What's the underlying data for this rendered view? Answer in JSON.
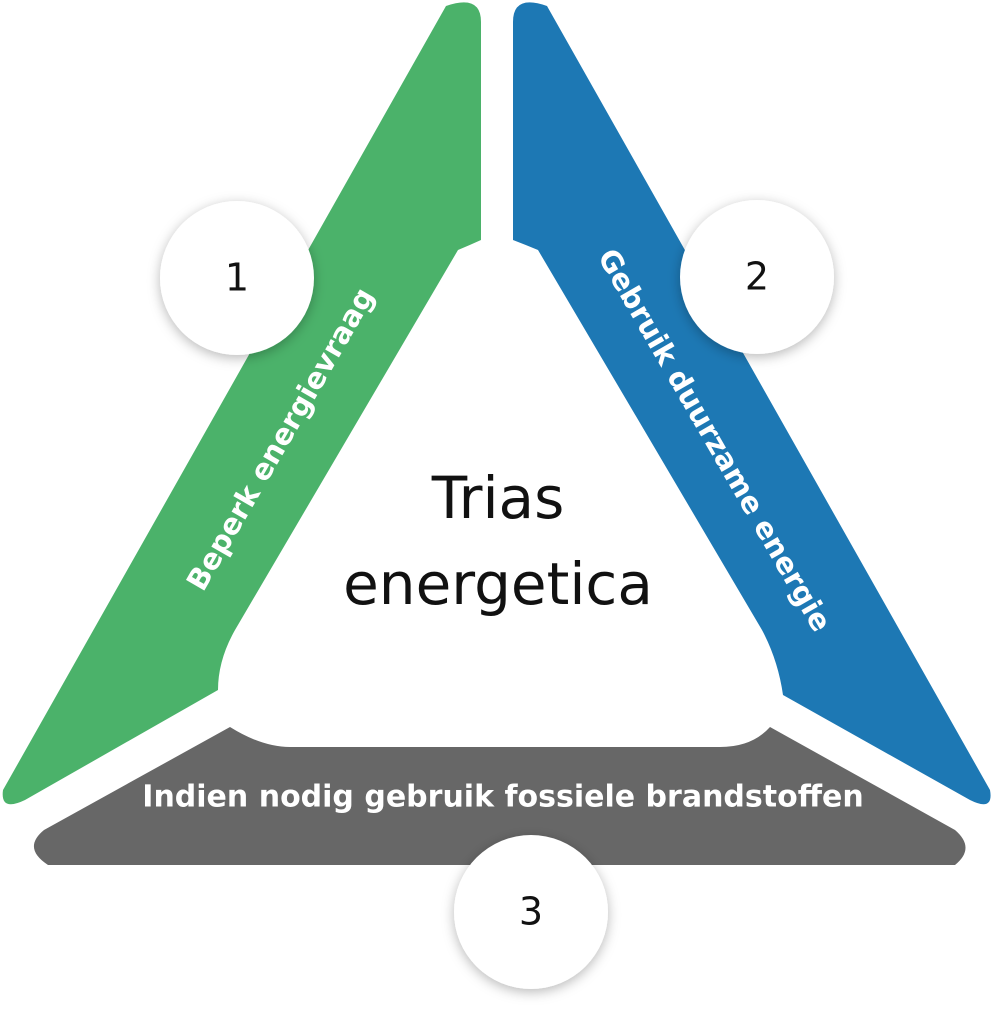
{
  "center": {
    "line1": "Trias",
    "line2": "energetica"
  },
  "steps": [
    {
      "number": "1",
      "label": "Beperk energievraag",
      "color": "#4bb26a"
    },
    {
      "number": "2",
      "label": "Gebruik duurzame energie",
      "color": "#1d78b4"
    },
    {
      "number": "3",
      "label": "Indien nodig gebruik fossiele brandstoffen",
      "color": "#676767"
    }
  ],
  "colors": {
    "background": "#ffffff",
    "badge_fill": "#ffffff",
    "text_dark": "#111111",
    "text_light": "#ffffff"
  }
}
